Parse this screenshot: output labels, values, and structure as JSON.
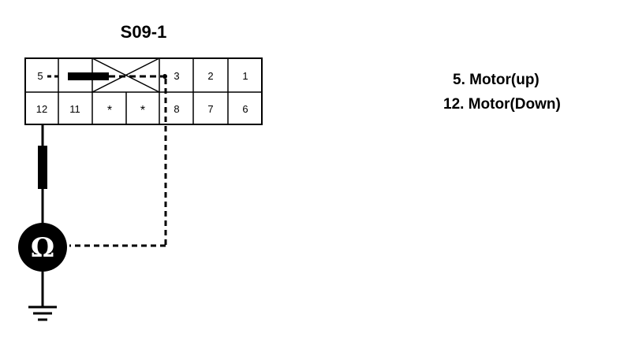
{
  "connector": {
    "title": "S09-1",
    "top_row": [
      "5",
      "",
      "",
      "3",
      "2",
      "1"
    ],
    "bottom_row": [
      "12",
      "11",
      "*",
      "*",
      "8",
      "7",
      "6"
    ]
  },
  "meter": {
    "symbol": "Ω"
  },
  "legend": [
    {
      "text": "5. Motor(up)"
    },
    {
      "text": "12. Motor(Down)"
    }
  ],
  "colors": {
    "ink": "#000000",
    "paper": "#ffffff"
  }
}
